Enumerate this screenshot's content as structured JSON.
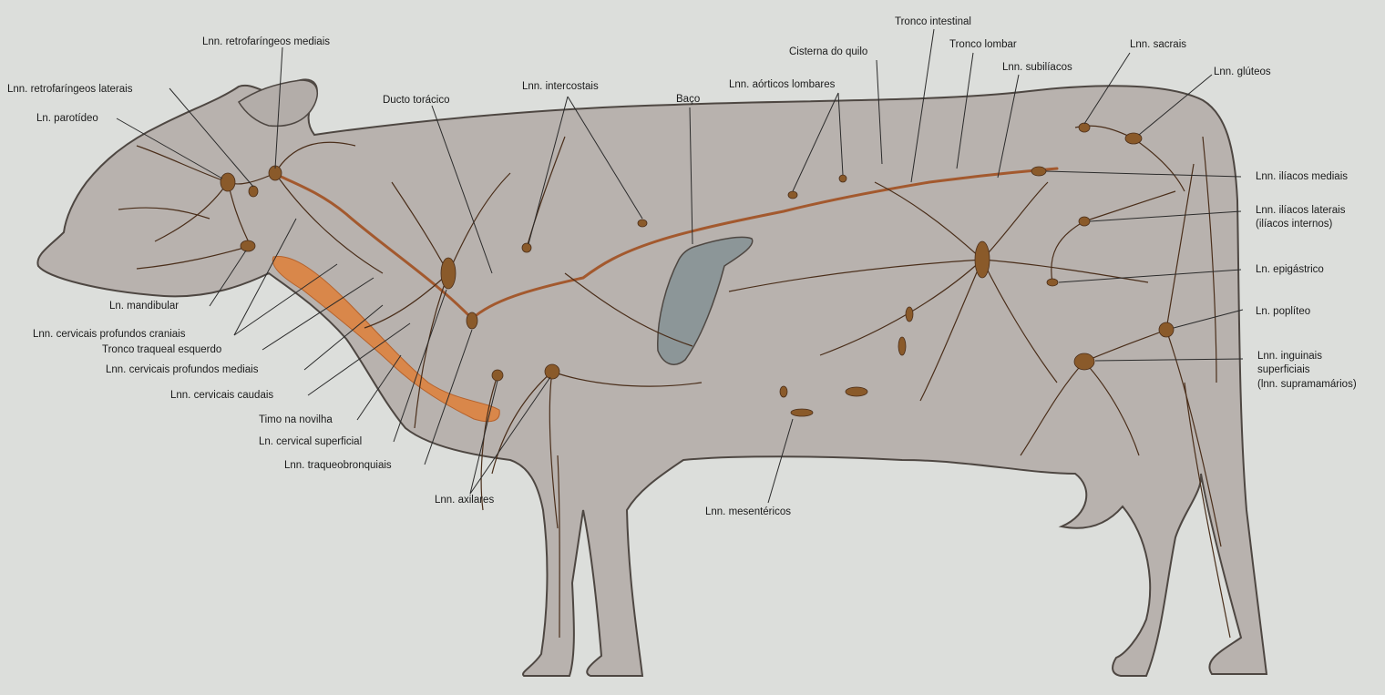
{
  "labels": {
    "retrofaringeos_mediais": "Lnn. retrofaríngeos mediais",
    "retrofaringeos_laterais": "Lnn. retrofaríngeos laterais",
    "parotideo": "Ln. parotídeo",
    "mandibular": "Ln. mandibular",
    "cervicais_profundos_craniais": "Lnn. cervicais profundos craniais",
    "tronco_traqueal_esquerdo": "Tronco traqueal esquerdo",
    "cervicais_profundos_mediais": "Lnn. cervicais profundos mediais",
    "cervicais_caudais": "Lnn. cervicais caudais",
    "timo_na_novilha": "Timo na novilha",
    "cervical_superficial": "Ln. cervical superficial",
    "traqueobronquiais": "Lnn. traqueobronquiais",
    "axilares": "Lnn. axilares",
    "ducto_toracico": "Ducto torácico",
    "intercostais": "Lnn. intercostais",
    "baco": "Baço",
    "aorticos_lombares": "Lnn. aórticos lombares",
    "cisterna_do_quilo": "Cisterna do quilo",
    "tronco_intestinal": "Tronco intestinal",
    "tronco_lombar": "Tronco lombar",
    "subiliacos": "Lnn. subilíacos",
    "sacrais": "Lnn. sacrais",
    "gluteos": "Lnn. glúteos",
    "iliacos_mediais": "Lnn. ilíacos mediais",
    "iliacos_laterais_1": "Lnn. ilíacos laterais",
    "iliacos_laterais_2": "(ilíacos internos)",
    "epigastrico": "Ln. epigástrico",
    "popliteo": "Ln. poplíteo",
    "inguinais_1": "Lnn. inguinais",
    "inguinais_2": "superficiais",
    "inguinais_3": "(lnn. supramamários)",
    "mesentericos": "Lnn. mesentéricos"
  },
  "colors": {
    "background": "#dcdedb",
    "body_fill": "#b8b2ae",
    "body_stroke": "#4e4742",
    "vessel": "#4a2e1a",
    "duct": "#a3592e",
    "node": "#8a5a2a",
    "thymus": "#d9874a",
    "spleen": "#8c9698",
    "leader": "#2b2b2b"
  }
}
